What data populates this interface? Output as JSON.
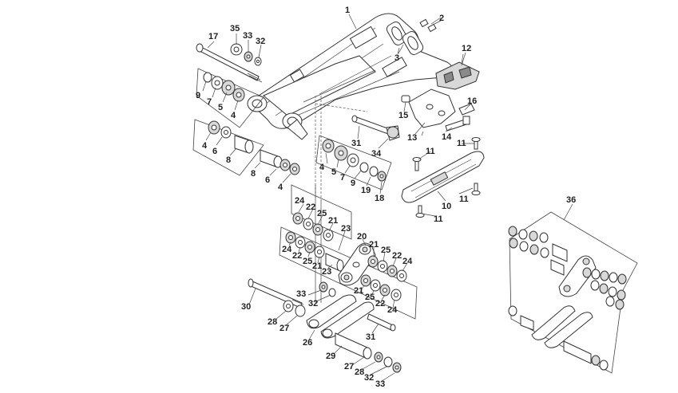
{
  "diagram": {
    "callouts": [
      {
        "id": "c1",
        "text": "1"
      },
      {
        "id": "c2",
        "text": "2"
      },
      {
        "id": "c3",
        "text": "3"
      },
      {
        "id": "c12",
        "text": "12"
      },
      {
        "id": "c16",
        "text": "16"
      },
      {
        "id": "c15",
        "text": "15"
      },
      {
        "id": "c13",
        "text": "13"
      },
      {
        "id": "c14",
        "text": "14"
      },
      {
        "id": "c11a",
        "text": "11"
      },
      {
        "id": "c11b",
        "text": "11"
      },
      {
        "id": "c11c",
        "text": "11"
      },
      {
        "id": "c11d",
        "text": "11"
      },
      {
        "id": "c10",
        "text": "10"
      },
      {
        "id": "c17",
        "text": "17"
      },
      {
        "id": "c35",
        "text": "35"
      },
      {
        "id": "c33a",
        "text": "33"
      },
      {
        "id": "c32a",
        "text": "32"
      },
      {
        "id": "c9a",
        "text": "9"
      },
      {
        "id": "c7a",
        "text": "7"
      },
      {
        "id": "c5a",
        "text": "5"
      },
      {
        "id": "c4a",
        "text": "4"
      },
      {
        "id": "c4b",
        "text": "4"
      },
      {
        "id": "c6a",
        "text": "6"
      },
      {
        "id": "c8a",
        "text": "8"
      },
      {
        "id": "c8b",
        "text": "8"
      },
      {
        "id": "c6b",
        "text": "6"
      },
      {
        "id": "c4c",
        "text": "4"
      },
      {
        "id": "c31a",
        "text": "31"
      },
      {
        "id": "c34",
        "text": "34"
      },
      {
        "id": "c4d",
        "text": "4"
      },
      {
        "id": "c5b",
        "text": "5"
      },
      {
        "id": "c7b",
        "text": "7"
      },
      {
        "id": "c9b",
        "text": "9"
      },
      {
        "id": "c19",
        "text": "19"
      },
      {
        "id": "c18",
        "text": "18"
      },
      {
        "id": "c24a",
        "text": "24"
      },
      {
        "id": "c22a",
        "text": "22"
      },
      {
        "id": "c25a",
        "text": "25"
      },
      {
        "id": "c21a",
        "text": "21"
      },
      {
        "id": "c23a",
        "text": "23"
      },
      {
        "id": "c20",
        "text": "20"
      },
      {
        "id": "c24b",
        "text": "24"
      },
      {
        "id": "c22b",
        "text": "22"
      },
      {
        "id": "c25b",
        "text": "25"
      },
      {
        "id": "c21b",
        "text": "21"
      },
      {
        "id": "c23b",
        "text": "23"
      },
      {
        "id": "c21c",
        "text": "21"
      },
      {
        "id": "c25c",
        "text": "25"
      },
      {
        "id": "c22c",
        "text": "22"
      },
      {
        "id": "c24c",
        "text": "24"
      },
      {
        "id": "c21d",
        "text": "21"
      },
      {
        "id": "c25d",
        "text": "25"
      },
      {
        "id": "c22d",
        "text": "22"
      },
      {
        "id": "c24d",
        "text": "24"
      },
      {
        "id": "c33b",
        "text": "33"
      },
      {
        "id": "c32b",
        "text": "32"
      },
      {
        "id": "c30",
        "text": "30"
      },
      {
        "id": "c28a",
        "text": "28"
      },
      {
        "id": "c27a",
        "text": "27"
      },
      {
        "id": "c26",
        "text": "26"
      },
      {
        "id": "c31b",
        "text": "31"
      },
      {
        "id": "c29",
        "text": "29"
      },
      {
        "id": "c27b",
        "text": "27"
      },
      {
        "id": "c28b",
        "text": "28"
      },
      {
        "id": "c32c",
        "text": "32"
      },
      {
        "id": "c33c",
        "text": "33"
      },
      {
        "id": "c36",
        "text": "36"
      }
    ]
  }
}
